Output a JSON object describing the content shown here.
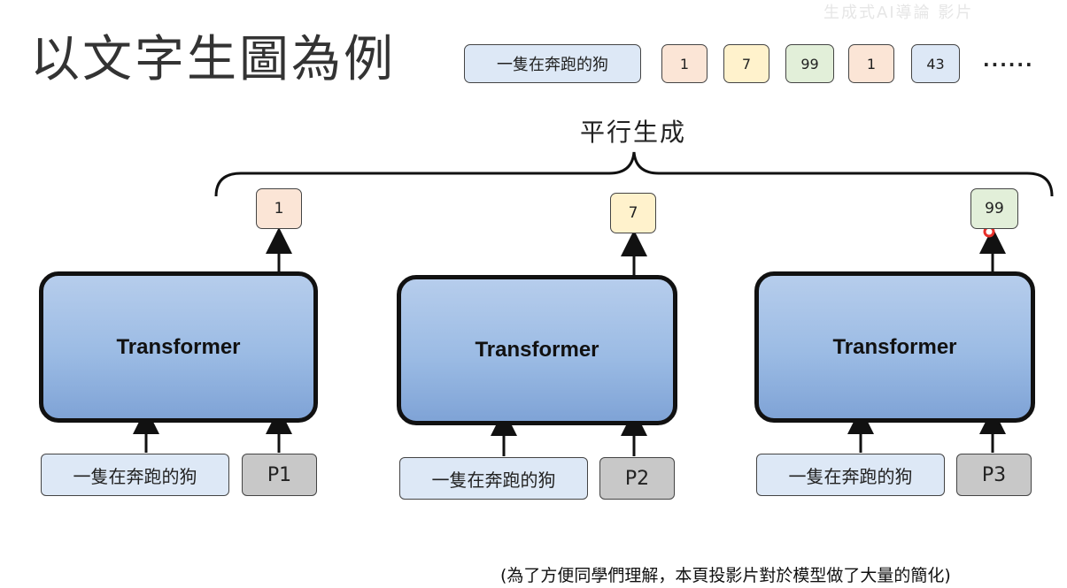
{
  "title": "以文字生圖為例",
  "watermark": "生成式AI導論 影片",
  "sequence": {
    "prompt": "一隻在奔跑的狗",
    "tokens": [
      "1",
      "7",
      "99",
      "1",
      "43"
    ],
    "ellipsis": "......"
  },
  "parallel_label": "平行生成",
  "columns": [
    {
      "output": "1",
      "model": "Transformer",
      "prompt": "一隻在奔跑的狗",
      "position": "P1"
    },
    {
      "output": "7",
      "model": "Transformer",
      "prompt": "一隻在奔跑的狗",
      "position": "P2"
    },
    {
      "output": "99",
      "model": "Transformer",
      "prompt": "一隻在奔跑的狗",
      "position": "P3"
    }
  ],
  "note": "(為了方便同學們理解，本頁投影片對於模型做了大量的簡化)",
  "colors": {
    "orange": "#fbe5d6",
    "yellow": "#fff2cc",
    "green": "#e2efd9",
    "blue": "#dde8f6",
    "grey": "#c8c8c8",
    "transformer": "#9bbbe4",
    "cursor": "#e8302a"
  }
}
